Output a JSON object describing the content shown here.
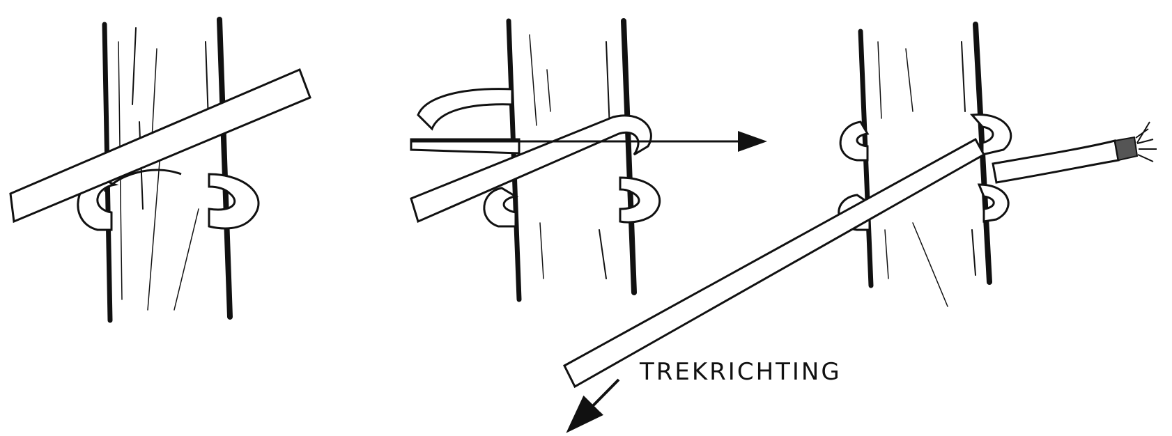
{
  "diagram": {
    "kind": "knot-tying-steps",
    "step_count": 3,
    "colors": {
      "ink": "#111111",
      "rope": "#ffffff",
      "paper": "#ffffff"
    },
    "label": {
      "text": "TREKRICHTING"
    },
    "icons": [
      "pull-direction-arrow-icon",
      "rope-guide-arrow-icon",
      "frayed-rope-end-icon"
    ]
  }
}
